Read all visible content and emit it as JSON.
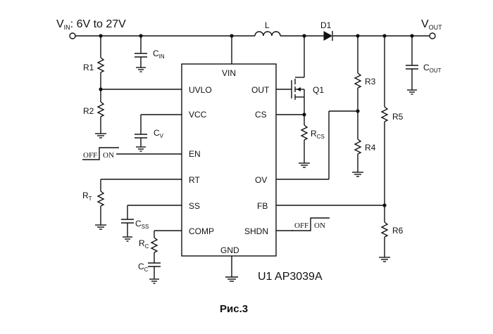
{
  "supply": {
    "name": "V",
    "sub": "IN",
    "range": ": 6V to 27V"
  },
  "output": {
    "name": "V",
    "sub": "OUT"
  },
  "components": {
    "inductor": "L",
    "diode": "D1",
    "mosfet": "Q1",
    "r1": "R1",
    "r2": "R2",
    "r3": "R3",
    "r4": "R4",
    "r5": "R5",
    "r6": "R6",
    "rt": {
      "name": "R",
      "sub": "T"
    },
    "rc": {
      "name": "R",
      "sub": "C"
    },
    "rcs": {
      "name": "R",
      "sub": "CS"
    },
    "cin": {
      "name": "C",
      "sub": "IN"
    },
    "cout": {
      "name": "C",
      "sub": "OUT"
    },
    "cv": {
      "name": "C",
      "sub": "V"
    },
    "css": {
      "name": "C",
      "sub": "SS"
    },
    "cc": {
      "name": "C",
      "sub": "C"
    }
  },
  "ic": {
    "designator": "U1 AP3039A",
    "pins": {
      "vin": "VIN",
      "uvlo": "UVLO",
      "vcc": "VCC",
      "en": "EN",
      "rt": "RT",
      "ss": "SS",
      "comp": "COMP",
      "out": "OUT",
      "cs": "CS",
      "ov": "OV",
      "fb": "FB",
      "shdn": "SHDN",
      "gnd": "GND"
    }
  },
  "switches": {
    "en": {
      "off": "OFF",
      "on": "ON"
    },
    "shdn": {
      "off": "OFF",
      "on": "ON"
    }
  },
  "caption": "Рис.3"
}
